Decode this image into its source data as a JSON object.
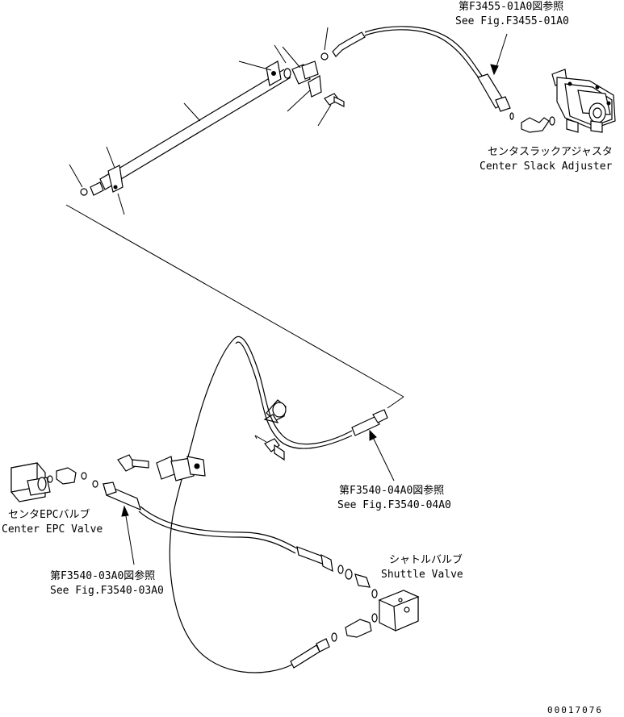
{
  "labels": {
    "ref_f3455_jp": "第F3455-01A0図参照",
    "ref_f3455_en": "See Fig.F3455-01A0",
    "slack_adjuster_jp": "センタスラックアジャスタ",
    "slack_adjuster_en": "Center Slack Adjuster",
    "ref_f3540_04_jp": "第F3540-04A0図参照",
    "ref_f3540_04_en": "See Fig.F3540-04A0",
    "epc_valve_jp": "センタEPCバルブ",
    "epc_valve_en": "Center EPC Valve",
    "shuttle_valve_jp": "シャトルバルブ",
    "shuttle_valve_en": "Shuttle Valve",
    "ref_f3540_03_jp": "第F3540-03A0図参照",
    "ref_f3540_03_en": "See Fig.F3540-03A0",
    "drawing_number": "00017076"
  }
}
